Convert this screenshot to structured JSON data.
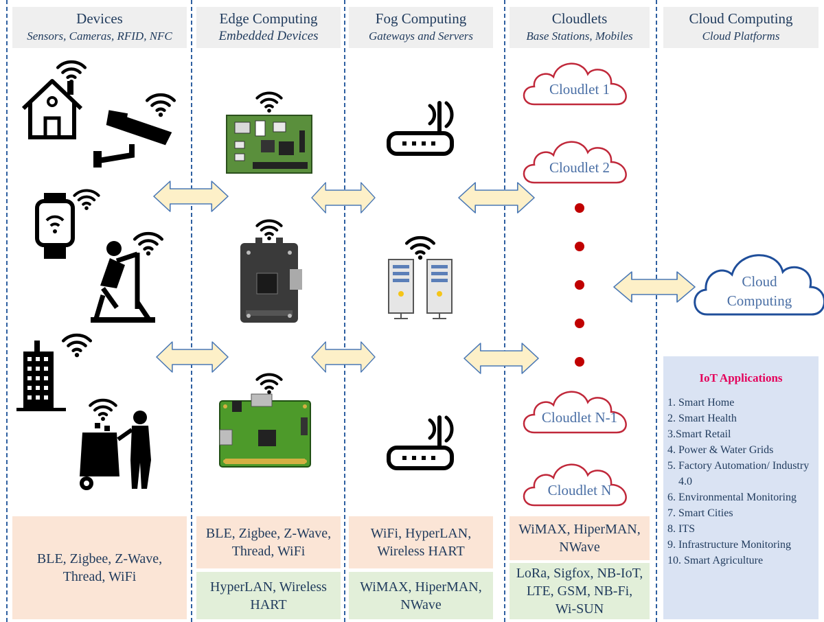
{
  "columns": [
    {
      "title": "Devices",
      "subtitle": "Sensors, Cameras, RFID, NFC"
    },
    {
      "title": "Edge Computing",
      "subtitle": "Embedded Devices"
    },
    {
      "title": "Fog Computing",
      "subtitle": "Gateways and Servers"
    },
    {
      "title": "Cloudlets",
      "subtitle": "Base Stations, Mobiles"
    },
    {
      "title": "Cloud Computing",
      "subtitle": "Cloud Platforms"
    }
  ],
  "cloudlets": [
    "Cloudlet 1",
    "Cloudlet 2",
    "Cloudlet N-1",
    "Cloudlet N"
  ],
  "cloud": {
    "line1": "Cloud",
    "line2": "Computing"
  },
  "protocols": {
    "devices": "BLE, Zigbee, Z-Wave, Thread, WiFi",
    "edge_top": "BLE, Zigbee, Z-Wave, Thread, WiFi",
    "edge_bottom": "HyperLAN, Wireless HART",
    "fog_top": "WiFi, HyperLAN, Wireless HART",
    "fog_bottom": "WiMAX, HiperMAN, NWave",
    "cloudlet_top": "WiMAX, HiperMAN, NWave",
    "cloudlet_bottom": "LoRa, Sigfox, NB-IoT, LTE, GSM, NB-Fi, Wi-SUN"
  },
  "iot": {
    "title": "IoT Applications",
    "items": [
      {
        "num": "1. ",
        "text": "Smart Home"
      },
      {
        "num": "2. ",
        "text": "Smart Health"
      },
      {
        "num": "3.",
        "text": "Smart Retail"
      },
      {
        "num": "4. ",
        "text": "Power & Water Grids"
      },
      {
        "num": "5. ",
        "text": "Factory Automation/ Industry 4.0"
      },
      {
        "num": "6. ",
        "text": "Environmental Monitoring"
      },
      {
        "num": "7. ",
        "text": "Smart Cities"
      },
      {
        "num": "8. ",
        "text": "ITS"
      },
      {
        "num": "9. ",
        "text": "Infrastructure Monitoring"
      },
      {
        "num": "10. ",
        "text": "Smart Agriculture"
      }
    ]
  },
  "icons": [
    "house-icon",
    "security-camera-icon",
    "smartwatch-icon",
    "exercise-bike-icon",
    "building-icon",
    "waste-bin-icon",
    "wifi-icon",
    "circuit-board-icon",
    "microcontroller-icon",
    "raspberry-pi-icon",
    "router-icon",
    "server-icon",
    "cloud-icon",
    "double-arrow-icon"
  ],
  "colors": {
    "header_bg": "#efefef",
    "peach": "#fbe5d6",
    "green": "#e2efd9",
    "iot_bg": "#dae3f3",
    "iot_title": "#e4005a",
    "cloudlet_stroke": "#c0283a",
    "cloud_stroke": "#1f4e9a",
    "arrow_fill": "#fdf0c8",
    "arrow_stroke": "#4a78b5",
    "divider": "#2e5fa0"
  }
}
